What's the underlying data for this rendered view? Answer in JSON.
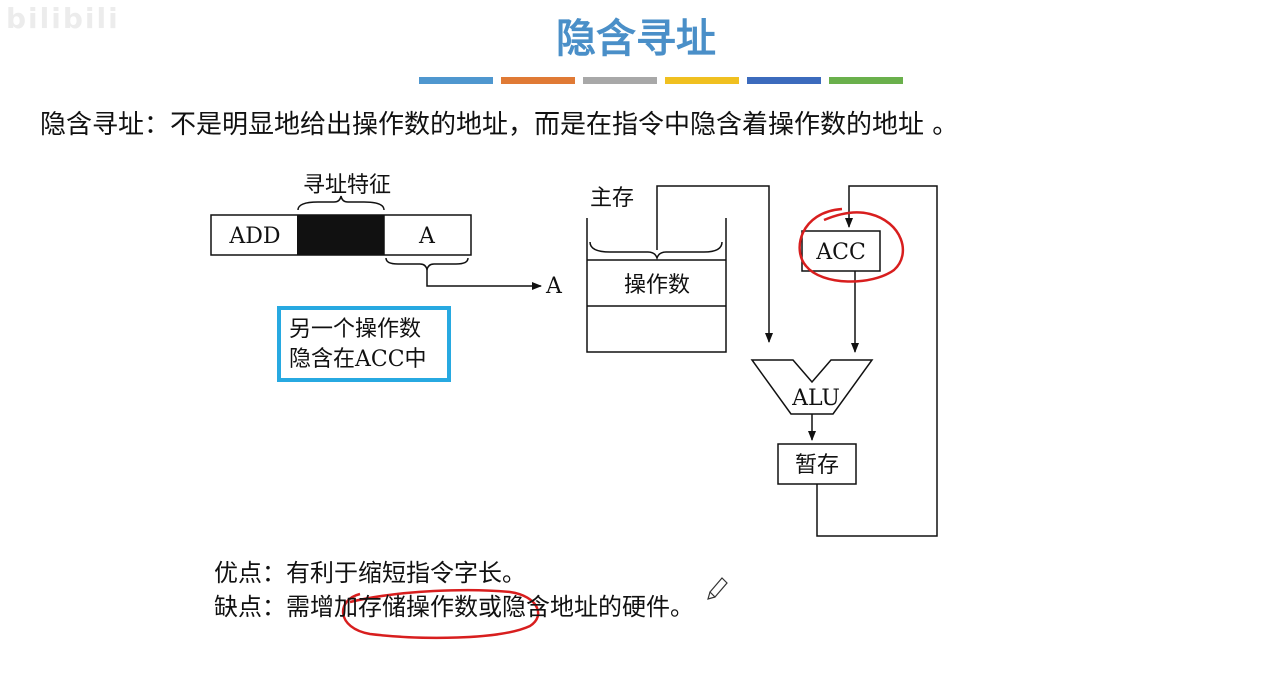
{
  "watermark": "bilibili",
  "title": "隐含寻址",
  "title_color": "#4a8fc8",
  "divider_colors": [
    "#4f97cf",
    "#e07a35",
    "#a8a8a8",
    "#f0c020",
    "#3c6bbd",
    "#6ab04c"
  ],
  "definition": "隐含寻址：不是明显地给出操作数的地址，而是在指令中隐含着操作数的地址 。",
  "instruction": {
    "feature_label": "寻址特征",
    "opcode": "ADD",
    "address_field": "A",
    "arrow_target": "A"
  },
  "memory": {
    "label": "主存",
    "operand": "操作数"
  },
  "cpu": {
    "acc": "ACC",
    "alu": "ALU",
    "temp": "暂存"
  },
  "note": {
    "line1": "另一个操作数",
    "line2": "隐含在ACC中",
    "border_color": "#27a9e1"
  },
  "pros": "优点：有利于缩短指令字长。",
  "cons": "缺点：需增加存储操作数或隐含地址的硬件。",
  "annotation_color": "#d81e1e"
}
